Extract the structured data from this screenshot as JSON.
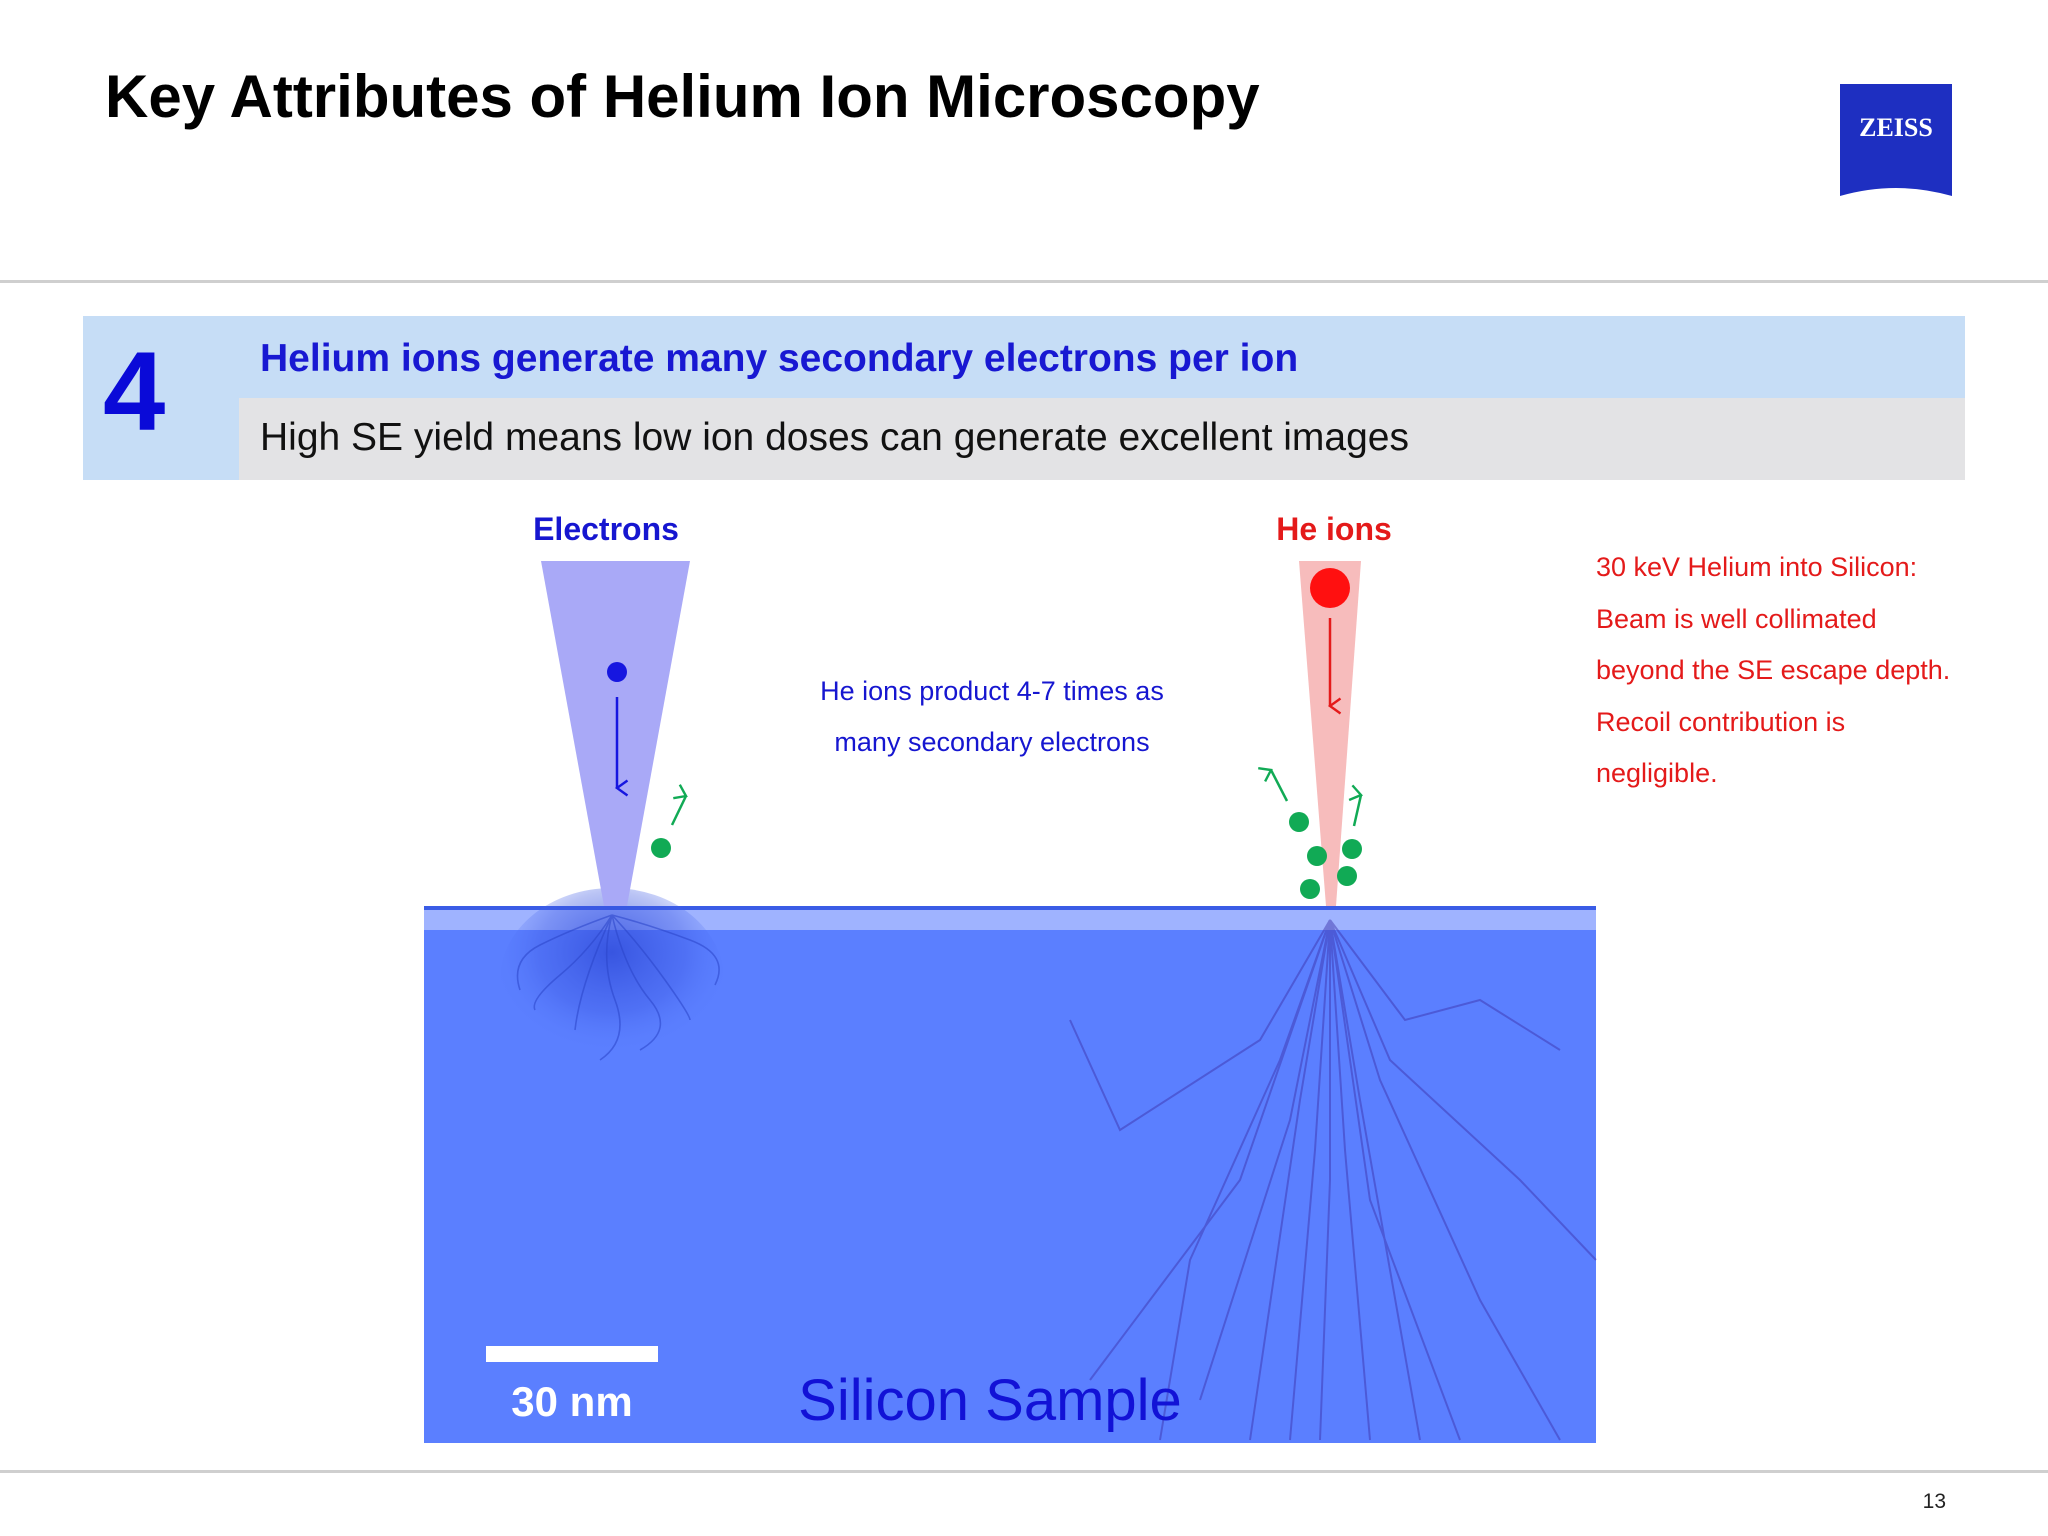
{
  "slide": {
    "title": "Key Attributes of Helium Ion Microscopy",
    "page_number": "13"
  },
  "logo": {
    "text": "ZEISS",
    "color": "#1e2fc1"
  },
  "panel": {
    "number": "4",
    "headline": "Helium ions generate many secondary electrons per ion",
    "subline": "High SE yield means low ion doses can generate excellent images"
  },
  "diagram": {
    "electrons_label": "Electrons",
    "he_ions_label": "He ions",
    "center_note_line1": "He ions product 4-7 times as",
    "center_note_line2": "many secondary electrons",
    "red_note_lines": [
      "30 keV Helium into Silicon:",
      "Beam is well collimated",
      "beyond the SE escape depth.",
      "Recoil contribution is",
      "negligible."
    ],
    "scale_bar_label": "30 nm",
    "sample_label": "Silicon Sample",
    "colors": {
      "electron_beam": "#a9a9f7",
      "electron": "#1616e0",
      "he_beam": "#f7bcbc",
      "he_ion": "#ff1010",
      "secondary_electron": "#11aa55",
      "silicon": "#5b7fff",
      "silicon_surface": "#9fb3ff"
    }
  }
}
